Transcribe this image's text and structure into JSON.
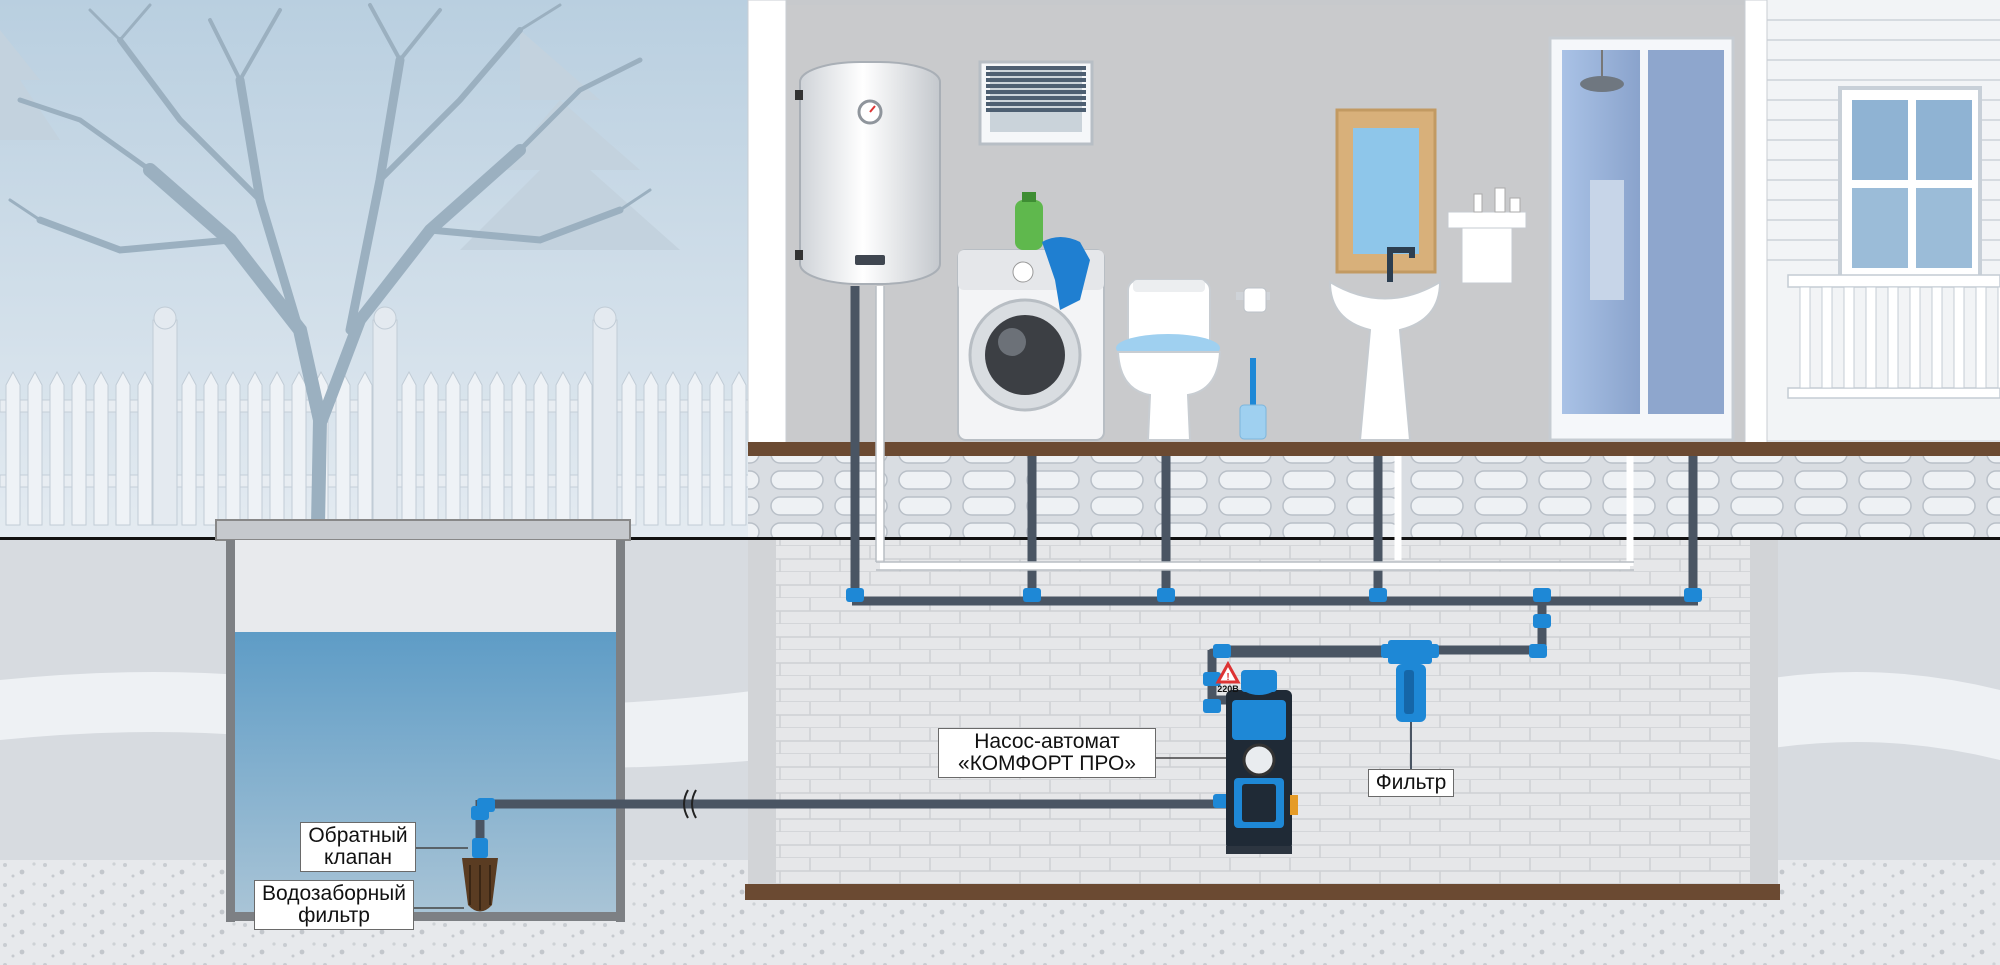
{
  "labels": {
    "pump": {
      "line1": "Насос-автомат",
      "line2": "«КОМФОРТ ПРО»"
    },
    "filter": "Фильтр",
    "check_valve": {
      "line1": "Обратный",
      "line2": "клапан"
    },
    "intake_filter": {
      "line1": "Водозаборный",
      "line2": "фильтр"
    },
    "pump_voltage": "220В"
  },
  "colors": {
    "pipe_dark": "#4a5563",
    "pipe_fitting": "#1e88d6",
    "water": "#6fa8cc",
    "floor": "#6b4a32",
    "sky": "#cfdde8",
    "brick_wall": "#e6e7e9"
  },
  "icons": [
    "tree-icon",
    "fence-icon",
    "water-heater-icon",
    "washing-machine-icon",
    "toilet-icon",
    "sink-icon",
    "mirror-icon",
    "shower-cabin-icon",
    "window-icon",
    "pump-icon",
    "filter-housing-icon",
    "check-valve-icon",
    "warning-sign-icon"
  ]
}
